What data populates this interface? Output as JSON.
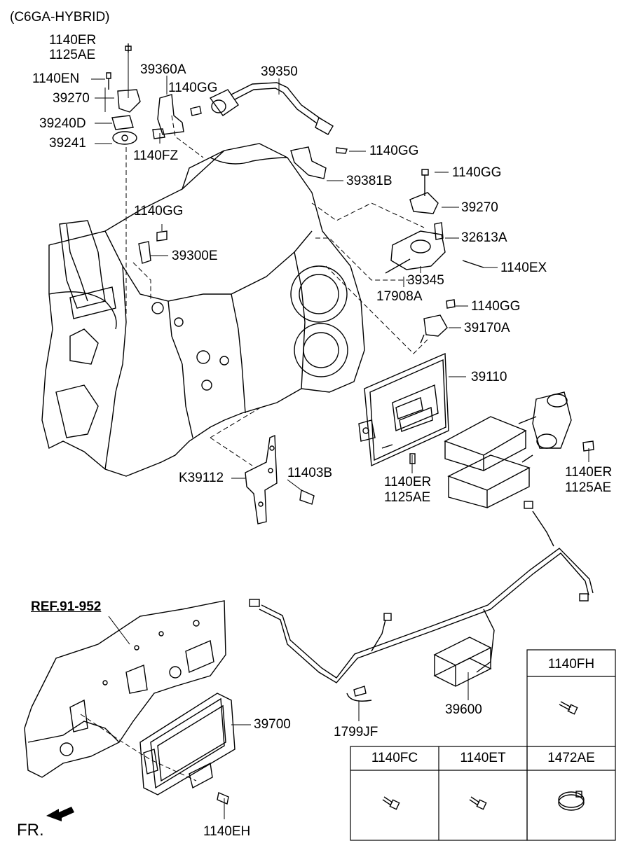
{
  "variant": "(C6GA-HYBRID)",
  "ref": "REF.91-952",
  "front": "FR.",
  "labels": {
    "p1140ER_a": "1140ER",
    "p1125AE_a": "1125AE",
    "p1140EN": "1140EN",
    "p39270_a": "39270",
    "p39240D": "39240D",
    "p39241": "39241",
    "p39360A": "39360A",
    "p1140GG_a": "1140GG",
    "p1140FZ": "1140FZ",
    "p39350": "39350",
    "p1140GG_b": "1140GG",
    "p39381B": "39381B",
    "p1140GG_c": "1140GG",
    "p39270_b": "39270",
    "p32613A": "32613A",
    "p1140EX": "1140EX",
    "p39345": "39345",
    "p17908A": "17908A",
    "p1140GG_d": "1140GG",
    "p39300E": "39300E",
    "p1140GG_e": "1140GG",
    "p39170A": "39170A",
    "p39110": "39110",
    "p1140ER_b": "1140ER",
    "p1125AE_b": "1125AE",
    "p1140ER_c": "1140ER",
    "p1125AE_c": "1125AE",
    "pK39112": "K39112",
    "p11403B": "11403B",
    "p39600": "39600",
    "p1799JF": "1799JF",
    "p39700": "39700",
    "p1140EH": "1140EH"
  },
  "fastener_table": {
    "top": "1140FH",
    "columns": [
      "1140FC",
      "1140ET",
      "1472AE"
    ]
  }
}
